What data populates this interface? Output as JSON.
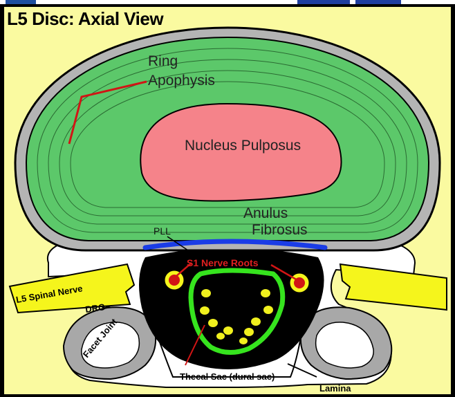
{
  "title": "L5 Disc: Axial View",
  "labels": {
    "ring_line1": "Ring",
    "ring_line2": "Apophysis",
    "nucleus": "Nucleus Pulposus",
    "anulus_line1": "Anulus",
    "anulus_line2": "Fibrosus",
    "pll": "PLL",
    "s1_roots": "S1 Nerve Roots",
    "l5_nerve": "L5 Spinal Nerve",
    "drg": "DRG",
    "facet": "Facet Joint",
    "thecal": "Thecal Sac (dural sac)",
    "lamina": "Lamina"
  },
  "colors": {
    "background": "#fafaa0",
    "anulus": "#5cc86a",
    "nucleus": "#f5838a",
    "ring_rim": "#b4b4b4",
    "pll": "#1a3ce6",
    "canal": "#000000",
    "thecal_sac": "#36e41e",
    "rootlets": "#f0f01e",
    "spinal_nerve": "#f5f51c",
    "leader_lines": "#d11515",
    "bone": "#ffffff",
    "facet": "#a8a8a8"
  },
  "rootlet_count": 10
}
